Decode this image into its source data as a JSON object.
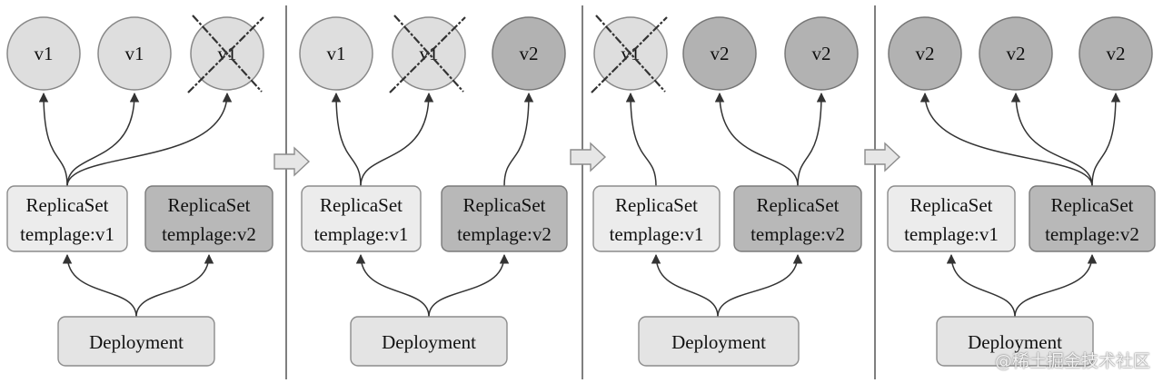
{
  "panels": [
    {
      "pods": [
        {
          "label": "v1",
          "version": "v1",
          "terminated": false
        },
        {
          "label": "v1",
          "version": "v1",
          "terminated": false
        },
        {
          "label": "v1",
          "version": "v1",
          "terminated": true
        }
      ],
      "replicasets": [
        {
          "line1": "ReplicaSet",
          "line2": "templage:v1",
          "version": "v1"
        },
        {
          "line1": "ReplicaSet",
          "line2": "templage:v2",
          "version": "v2"
        }
      ],
      "deployment": "Deployment"
    },
    {
      "pods": [
        {
          "label": "v1",
          "version": "v1",
          "terminated": false
        },
        {
          "label": "v1",
          "version": "v1",
          "terminated": true
        },
        {
          "label": "v2",
          "version": "v2",
          "terminated": false
        }
      ],
      "replicasets": [
        {
          "line1": "ReplicaSet",
          "line2": "templage:v1",
          "version": "v1"
        },
        {
          "line1": "ReplicaSet",
          "line2": "templage:v2",
          "version": "v2"
        }
      ],
      "deployment": "Deployment"
    },
    {
      "pods": [
        {
          "label": "v1",
          "version": "v1",
          "terminated": true
        },
        {
          "label": "v2",
          "version": "v2",
          "terminated": false
        },
        {
          "label": "v2",
          "version": "v2",
          "terminated": false
        }
      ],
      "replicasets": [
        {
          "line1": "ReplicaSet",
          "line2": "templage:v1",
          "version": "v1"
        },
        {
          "line1": "ReplicaSet",
          "line2": "templage:v2",
          "version": "v2"
        }
      ],
      "deployment": "Deployment"
    },
    {
      "pods": [
        {
          "label": "v2",
          "version": "v2",
          "terminated": false
        },
        {
          "label": "v2",
          "version": "v2",
          "terminated": false
        },
        {
          "label": "v2",
          "version": "v2",
          "terminated": false
        }
      ],
      "replicasets": [
        {
          "line1": "ReplicaSet",
          "line2": "templage:v1",
          "version": "v1"
        },
        {
          "line1": "ReplicaSet",
          "line2": "templage:v2",
          "version": "v2"
        }
      ],
      "deployment": "Deployment"
    }
  ],
  "step_arrow_icon": "right-arrow-icon",
  "colors": {
    "pod_v1": "#dedede",
    "pod_v2": "#b2b2b2",
    "rs_v1": "#ececec",
    "rs_v2": "#b8b8b8",
    "deployment": "#e4e4e4"
  },
  "watermark": "@稀土掘金技术社区"
}
